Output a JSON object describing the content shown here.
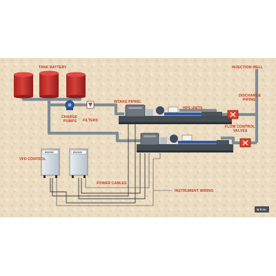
{
  "diagram": {
    "labels": {
      "tank_battery": "TANK BATTERY",
      "intake_piping": "INTAKE PIPING",
      "charge_pumps": "CHARGE\nPUMPS",
      "filters": "FILTERS",
      "hps_units": "HPS UNITS",
      "injection_well": "INJECTION WELL",
      "discharge_piping": "DISCHARGE\nPIPING",
      "flow_control_valves": "FLOW CONTROL\nVALVES",
      "vfd_control": "VFD CONTROL",
      "power_cables": "POWER CABLES",
      "instrument_wiring": "INSTRUMENT WIRING"
    },
    "cabinet_brand": "DXXXXX",
    "badge": "W R Oil",
    "colors": {
      "background": "#ecdcc2",
      "label_red": "#c4391d",
      "tank_red": "#c9302c",
      "pipe_gray": "#7f8c96",
      "pipe_blue": "#2e5aa8",
      "valve_red": "#d9432b"
    }
  }
}
